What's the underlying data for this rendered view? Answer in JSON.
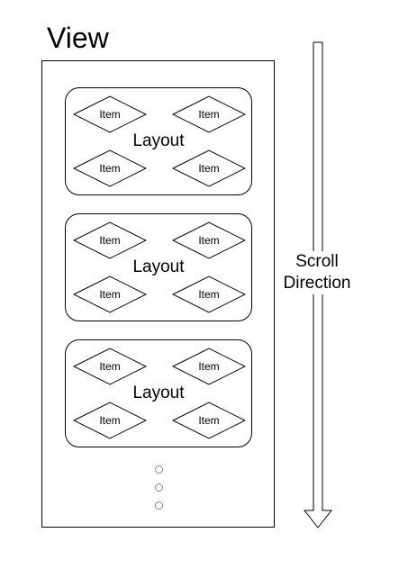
{
  "view": {
    "title": "View"
  },
  "layouts": [
    {
      "label": "Layout",
      "items": [
        "Item",
        "Item",
        "Item",
        "Item"
      ]
    },
    {
      "label": "Layout",
      "items": [
        "Item",
        "Item",
        "Item",
        "Item"
      ]
    },
    {
      "label": "Layout",
      "items": [
        "Item",
        "Item",
        "Item",
        "Item"
      ]
    }
  ],
  "scroll": {
    "line1": "Scroll",
    "line2": "Direction"
  },
  "colors": {
    "stroke": "#000000",
    "dots": "#888888",
    "background": "#ffffff"
  }
}
